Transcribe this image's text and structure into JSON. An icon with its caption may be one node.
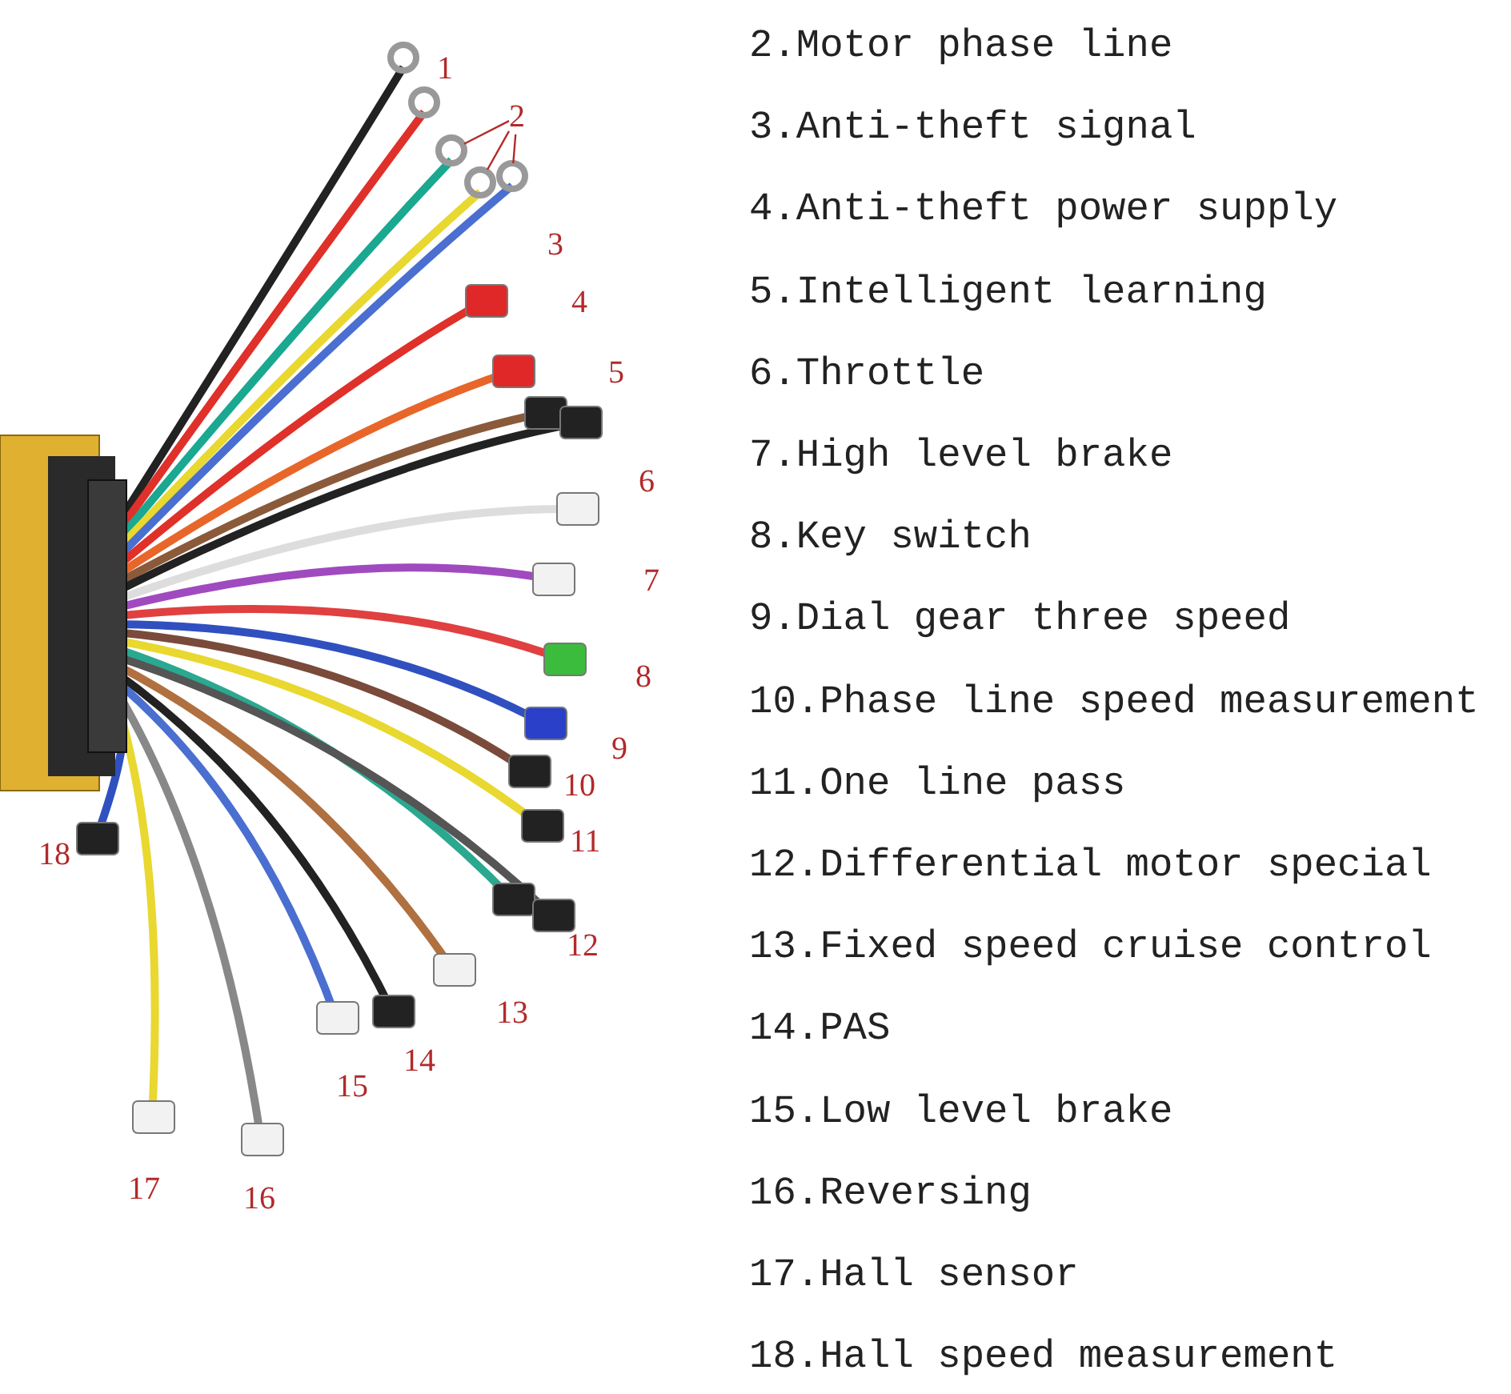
{
  "diagram": {
    "nodes": [
      {
        "text": [
          "2"
        ]
      },
      {
        "text": [],
        "shape": "circle"
      },
      {
        "text": [],
        "shape": "circle"
      },
      {
        "text": [],
        "shape": "circle"
      }
    ],
    "edges": [
      {
        "from": 0,
        "to": 1,
        "arrow": "none"
      },
      {
        "from": 0,
        "to": 2,
        "arrow": "none"
      },
      {
        "from": 0,
        "to": 3,
        "arrow": "none"
      }
    ],
    "labels": [
      "1",
      "3",
      "4",
      "5",
      "6",
      "7",
      "8",
      "9",
      "10",
      "11",
      "12",
      "13",
      "14",
      "15",
      "16",
      "17",
      "18",
      "2.Motor phase line",
      "3.Anti-theft signal",
      "4.Anti-theft power supply",
      "5.Intelligent learning",
      "6.Throttle",
      "7.High level brake",
      "8.Key switch",
      "9.Dial gear three speed",
      "10.Phase line speed measurement",
      "11.One line pass",
      "12.Differential motor special",
      "13.Fixed speed cruise control",
      "14.PAS",
      "15.Low level brake",
      "16.Reversing",
      "17.Hall sensor",
      "18.Hall speed measurement"
    ]
  }
}
